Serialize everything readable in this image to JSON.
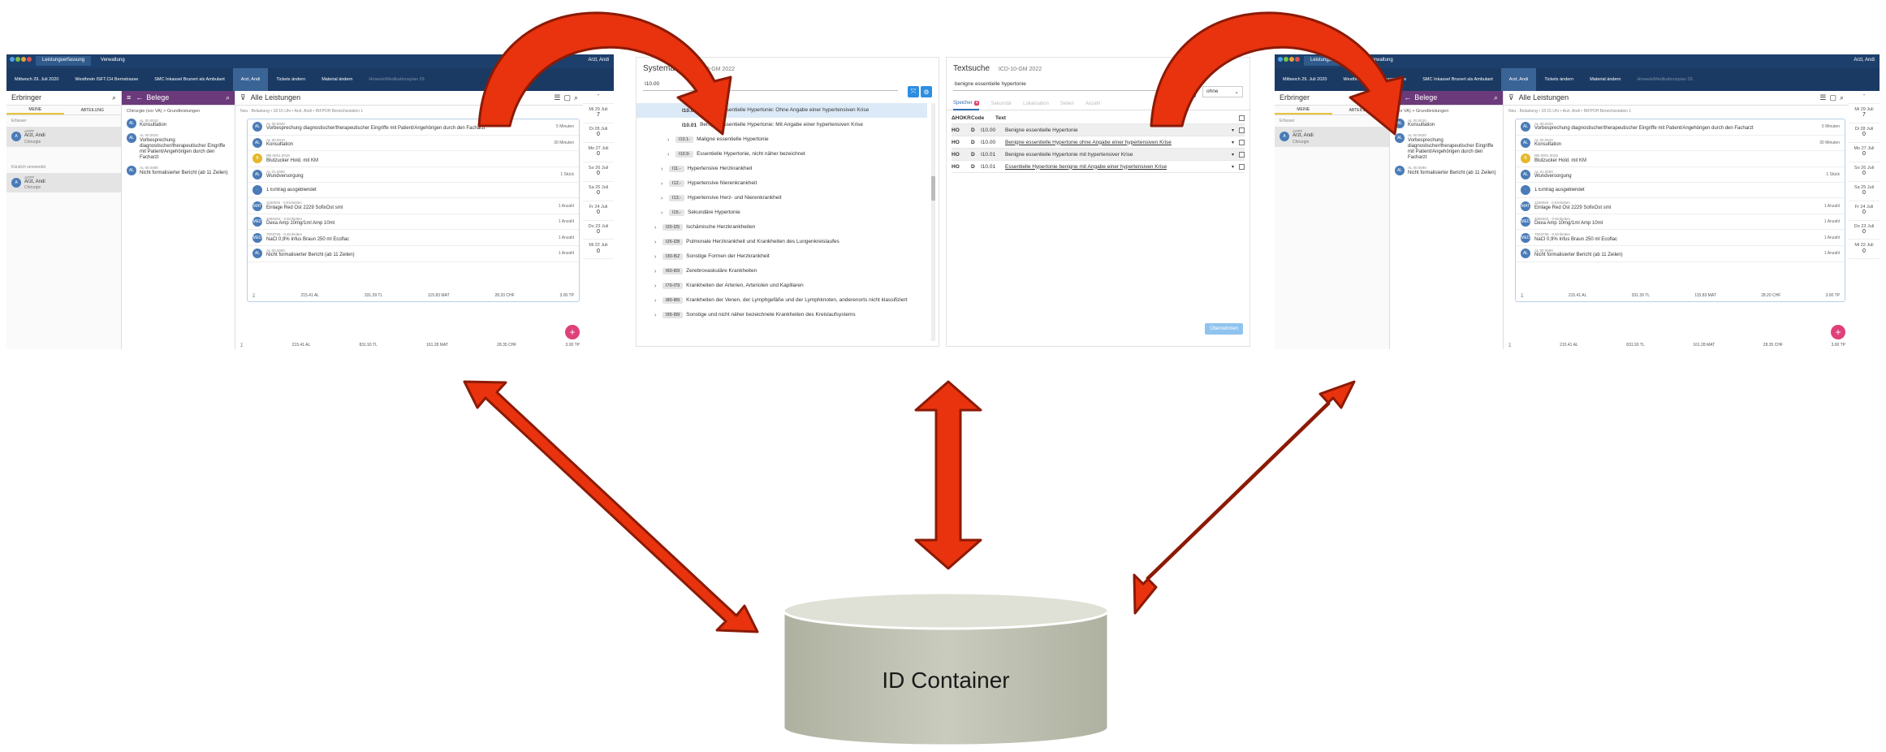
{
  "left_app": {
    "tabs": [
      "Leistungserfassung",
      "Verwaltung"
    ],
    "user": "Arzt, Andi",
    "context": [
      "Mittwoch\n29. Juli 2020",
      "Westhrein\nISFT.CH Bernstrasse",
      "SMC Inkassel\nBrunert als Ambulant",
      "Arzt, Andi",
      "Tickets ändern",
      "Material ändern",
      "Hinweis/Medikationsplan 29."
    ],
    "erbringer_title": "Erbringer",
    "erbringer_tabs": [
      "MEINE",
      "ABTEILUNG"
    ],
    "erbringer_caption1": "Erfasser",
    "erbringer_caption2": "Kürzlich verwendet",
    "erbringer_items": [
      {
        "initial": "A",
        "title": "AOPF",
        "name": "Arzt, Andi",
        "sub": "Chirurgie"
      },
      {
        "initial": "A",
        "title": "AOPF",
        "name": "Arzt, Andi",
        "sub": "Chirurgie"
      }
    ],
    "belege_title": "Belege",
    "belege_path": "Chirurgie (vor VA) > Grundleistungen",
    "belege_items": [
      {
        "av": "AL",
        "code": "AL 00.0010",
        "text": "Konsultation"
      },
      {
        "av": "AL",
        "code": "AL 00.0020",
        "text": "Vorbesprechung diagnostischer/therapeutischer Eingriffe mit Patient/Angehörigen durch den Facharzt"
      },
      {
        "av": "AL",
        "code": "AL 00.0090",
        "text": "Nicht formalisierter Bericht (ab 11 Zeilen)"
      }
    ],
    "leistungen_title": "Alle Leistungen",
    "leistungen_meta": "Neu · Belastung • 18:15 Uhr • Arzt, Andi • INFPOH Bereichsstation 1",
    "leistungen_rows": [
      {
        "av": "AL",
        "code": "AL 00.0020",
        "text": "Vorbesprechung diagnostischer/therapeutischer Eingriffe mit Patient/Angehörigen durch den Facharzt",
        "r": "5 Minuten"
      },
      {
        "av": "AL",
        "code": "AL 00.0010",
        "text": "Konsultation",
        "r": "30 Minuten"
      },
      {
        "av": "B",
        "code": "RB 0001.0018",
        "text": "Blutzucker Hold. mit KM",
        "r": ""
      },
      {
        "av": "AL",
        "code": "AL 01.0060",
        "text": "Wundversorgung",
        "r": "1 Stück"
      },
      {
        "av": "·",
        "code": "",
        "text": "1 Eintrag ausgeblendet",
        "r": ""
      },
      {
        "av": "MAT",
        "code": "1150026 · 0 Einheiten",
        "text": "Einlage Red Ost 2229 SofixOst sml",
        "r": "1 Anzahl"
      },
      {
        "av": "MED",
        "code": "4050402 · 0 Einheiten",
        "text": "Dexa Amp 10mg/1ml Amp 10ml",
        "r": "1 Anzahl"
      },
      {
        "av": "MED",
        "code": "7003735 · 0 Einheiten",
        "text": "NaCl 0,9% Infus Braun 250 ml Ecoflac",
        "r": "1 Anzahl"
      },
      {
        "av": "AL",
        "code": "AL 00.0090",
        "text": "Nicht formalisierter Bericht (ab 11 Zeilen)",
        "r": "1 Anzahl"
      }
    ],
    "leistungen_sum": [
      "∑",
      "215.41 AL",
      "331.39 TL",
      "115.83 MAT",
      "28.20 CHF",
      "3.00 TP"
    ],
    "page_sum": [
      "∑",
      "215.41 AL",
      "831.93 TL",
      "161.28 MAT",
      "28.35 CHF",
      "3.00 TP"
    ],
    "dates": [
      {
        "d": "Mi 29 Juli",
        "v": "7"
      },
      {
        "d": "Di 28 Juli",
        "v": "0"
      },
      {
        "d": "Mo 27 Juli",
        "v": "0"
      },
      {
        "d": "So 26 Juli",
        "v": "0"
      },
      {
        "d": "Sa 25 Juli",
        "v": "0"
      },
      {
        "d": "Fr 24 Juli",
        "v": "0"
      },
      {
        "d": "Do 23 Juli",
        "v": "0"
      },
      {
        "d": "Mi 22 Juli",
        "v": "0"
      }
    ],
    "fab": "+"
  },
  "right_app": {
    "tabs": [
      "Leistungserfassung",
      "Verwaltung"
    ],
    "user": "Arzt, Andi",
    "context": [
      "Mittwoch\n29. Juli 2020",
      "Westhrein\nISFT.CH Bernstrasse",
      "SMC Inkassel\nBrunert als Ambulant",
      "Arzt, Andi",
      "Tickets ändern",
      "Material ändern",
      "Hinweis/Medikationsplan 29."
    ],
    "erbringer_title": "Erbringer",
    "erbringer_tabs": [
      "MEINE",
      "ABTEILUNG"
    ],
    "erbringer_caption1": "Erfasser",
    "erbringer_items": [
      {
        "initial": "A",
        "title": "AOPF",
        "name": "Arzt, Andi",
        "sub": "Chirurgie"
      }
    ],
    "belege_title": "Belege",
    "belege_path": "(vor VA) > Grundleistungen",
    "belege_items": [
      {
        "av": "AL",
        "code": "AL 00.0010",
        "text": "Konsultation"
      },
      {
        "av": "AL",
        "code": "AL 00.0020",
        "text": "Vorbesprechung diagnostischer/therapeutischer Eingriffe mit Patient/Angehörigen durch den Facharzt"
      },
      {
        "av": "AL",
        "code": "AL 00.0090",
        "text": "Nicht formalisierter Bericht (ab 11 Zeilen)"
      }
    ],
    "leistungen_title": "Alle Leistungen",
    "leistungen_meta": "Neu · Belastung • 18:15 Uhr • Arzt, Andi • INFPOH Bereichsstation 1",
    "dates": [
      {
        "d": "Mi 29 Juli",
        "v": "7"
      },
      {
        "d": "Di 28 Juli",
        "v": "0"
      },
      {
        "d": "Mo 27 Juli",
        "v": "0"
      },
      {
        "d": "So 26 Juli",
        "v": "0"
      },
      {
        "d": "Sa 25 Juli",
        "v": "0"
      },
      {
        "d": "Fr 24 Juli",
        "v": "0"
      },
      {
        "d": "Do 23 Juli",
        "v": "0"
      },
      {
        "d": "Mi 22 Juli",
        "v": "0"
      }
    ],
    "fab": "+"
  },
  "systematik": {
    "title": "Systematik",
    "subtitle": "ICD-10-GM 2022",
    "search_value": "I10.00",
    "rows": [
      {
        "level": 3,
        "code": "I10.00",
        "text": "Benigne essentielle Hypertonie: Ohne Angabe einer hypertensiven Krise",
        "highlight": true,
        "chev": false
      },
      {
        "level": 3,
        "code": "I10.01",
        "text": "Benigne essentielle Hypertonie: Mit Angabe einer hypertensiven Krise",
        "highlight": false,
        "chev": false
      },
      {
        "level": 2,
        "code": "I10.1-",
        "text": "Maligne essentielle Hypertonie",
        "highlight": false,
        "chev": true
      },
      {
        "level": 2,
        "code": "I10.9-",
        "text": "Essentielle Hypertonie, nicht näher bezeichnet",
        "highlight": false,
        "chev": true
      },
      {
        "level": 1,
        "code": "I11.-",
        "text": "Hypertensive Herzkrankheit",
        "highlight": false,
        "chev": true
      },
      {
        "level": 1,
        "code": "I12.-",
        "text": "Hypertensive Nierenkrankheit",
        "highlight": false,
        "chev": true
      },
      {
        "level": 1,
        "code": "I13.-",
        "text": "Hypertensive Herz- und Nierenkrankheit",
        "highlight": false,
        "chev": true
      },
      {
        "level": 1,
        "code": "I15.-",
        "text": "Sekundäre Hypertonie",
        "highlight": false,
        "chev": true
      },
      {
        "level": 0,
        "code": "I20-I25",
        "text": "Ischämische Herzkrankheiten",
        "highlight": false,
        "chev": true
      },
      {
        "level": 0,
        "code": "I26-I28",
        "text": "Pulmonale Herzkrankheit und Krankheiten des Lungenkreislaufes",
        "highlight": false,
        "chev": true
      },
      {
        "level": 0,
        "code": "I30-I52",
        "text": "Sonstige Formen der Herzkrankheit",
        "highlight": false,
        "chev": true
      },
      {
        "level": 0,
        "code": "I60-I69",
        "text": "Zerebrovaskuläre Krankheiten",
        "highlight": false,
        "chev": true
      },
      {
        "level": 0,
        "code": "I70-I79",
        "text": "Krankheiten der Arterien, Arteriolen und Kapillaren",
        "highlight": false,
        "chev": true
      },
      {
        "level": 0,
        "code": "I80-I89",
        "text": "Krankheiten der Venen, der Lymphgefäße und der Lymphknoten, anderenorts nicht klassifiziert",
        "highlight": false,
        "chev": true
      },
      {
        "level": 0,
        "code": "I95-I99",
        "text": "Sonstige und nicht näher bezeichnete Krankheiten des Kreislaufsystems",
        "highlight": false,
        "chev": true
      }
    ]
  },
  "textsuche": {
    "title": "Textsuche",
    "subtitle": "ICD-10-GM 2022",
    "search_value": "benigne essentielle hypertonie",
    "filter": "ohne",
    "tabs": [
      "Speicher",
      "Sekundär",
      "Lokalisation",
      "Seiten",
      "Anzahl"
    ],
    "tab_badge": "4",
    "columns": [
      "ΔHOKR",
      "Code",
      "Text"
    ],
    "rows": [
      {
        "flag": "HO",
        "d": "D",
        "code": "I10.00",
        "text": "Benigne essentielle Hypertonie",
        "grey": true,
        "u": false
      },
      {
        "flag": "HO",
        "d": "D",
        "code": "I10.00",
        "text": "Benigne essentielle Hypertonie ohne Angabe einer hypertensiven Krise",
        "grey": false,
        "u": true
      },
      {
        "flag": "HO",
        "d": "D",
        "code": "I10.01",
        "text": "Benigne essentielle Hypertonie mit hypertensiver Krise",
        "grey": true,
        "u": false
      },
      {
        "flag": "HO",
        "d": "D",
        "code": "I10.01",
        "text": "Essentielle Hypertonie benigne mit Angabe einer hypertensiven Krise",
        "grey": false,
        "u": true
      }
    ],
    "apply_button": "Übernehmen"
  },
  "database": {
    "label": "ID Container"
  },
  "colors": {
    "arrow": "#e8330e",
    "arrow_outline": "#8c1a06",
    "db_fill": "#c2c5b6",
    "db_top": "#dfe1d6",
    "header": "#1d3f6b"
  }
}
